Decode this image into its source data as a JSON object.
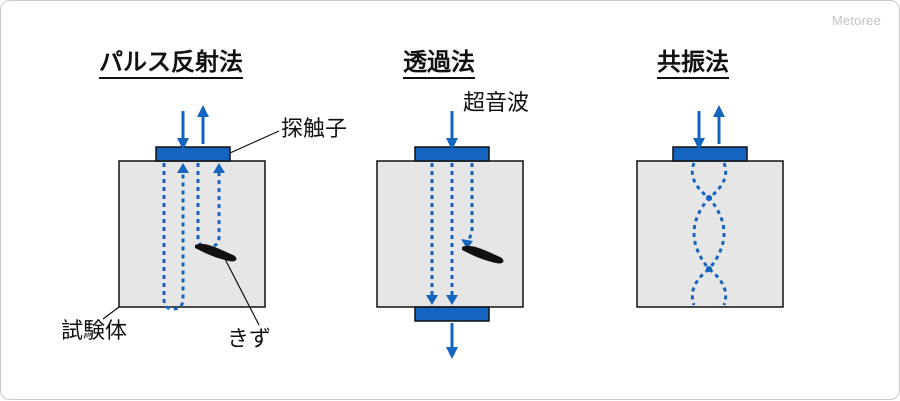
{
  "brand": "Metoree",
  "methods": [
    {
      "title": "パルス反射法"
    },
    {
      "title": "透過法"
    },
    {
      "title": "共振法"
    }
  ],
  "labels": {
    "probe": "探触子",
    "ultrasonic": "超音波",
    "specimen": "試験体",
    "flaw": "きず"
  },
  "colors": {
    "accent": "#1565c0",
    "block_fill": "#e6e6e6",
    "block_stroke": "#111111"
  }
}
